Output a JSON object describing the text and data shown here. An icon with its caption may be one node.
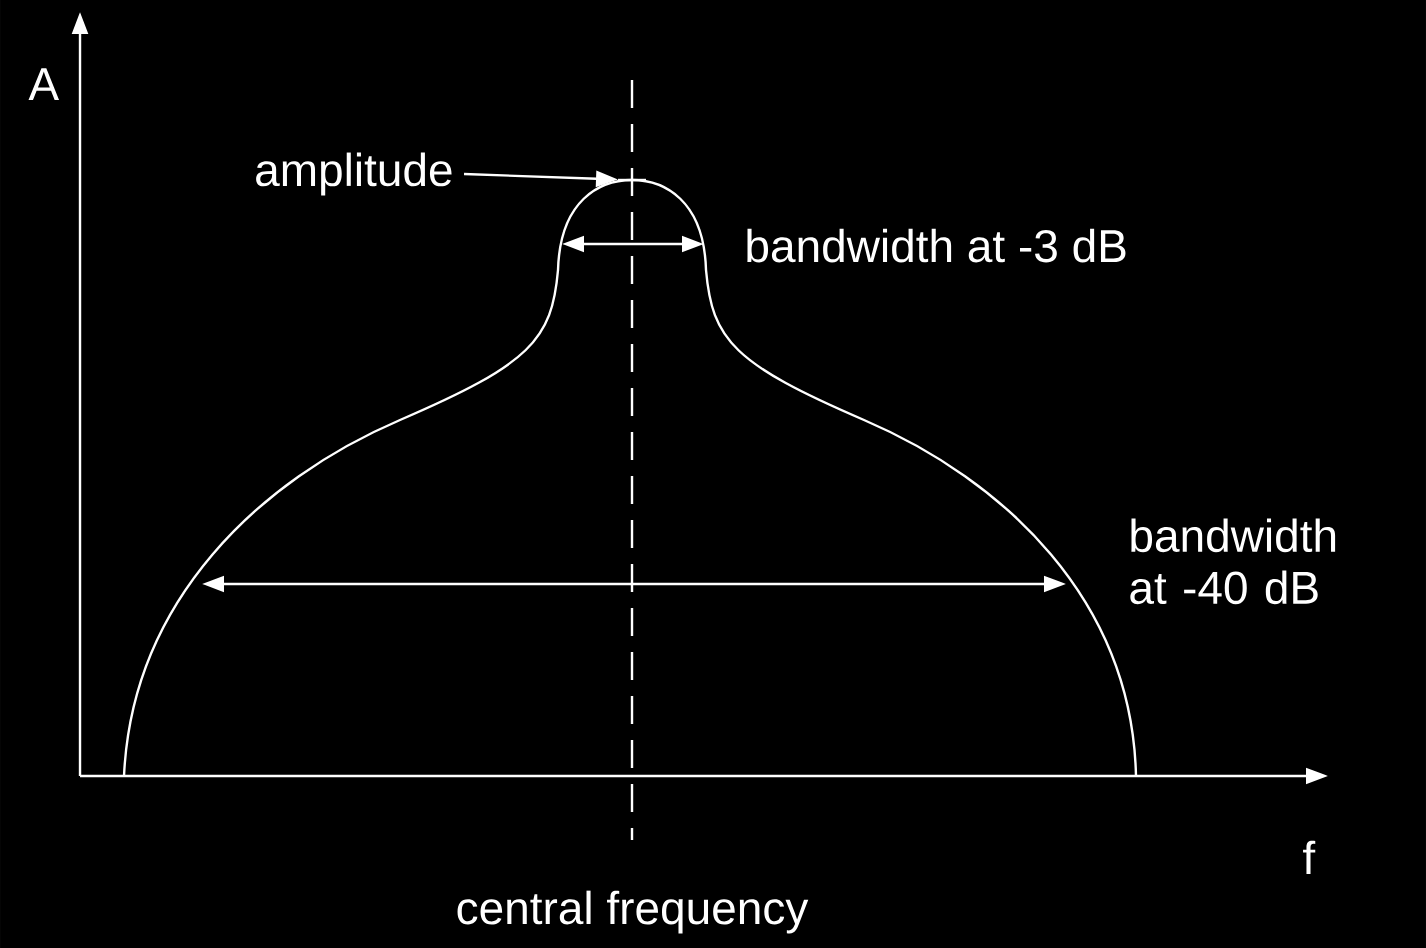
{
  "diagram": {
    "nodes": [
      {
        "text": [
          "amplitude"
        ]
      },
      {
        "text": [],
        "shape": "curve"
      }
    ],
    "edges": [
      {
        "from": 0,
        "to": 1,
        "arrow": "to"
      }
    ],
    "labels": [
      "A",
      "bandwidth at -3 dB",
      "bandwidth at -40 dB",
      "f",
      "central frequency"
    ]
  }
}
